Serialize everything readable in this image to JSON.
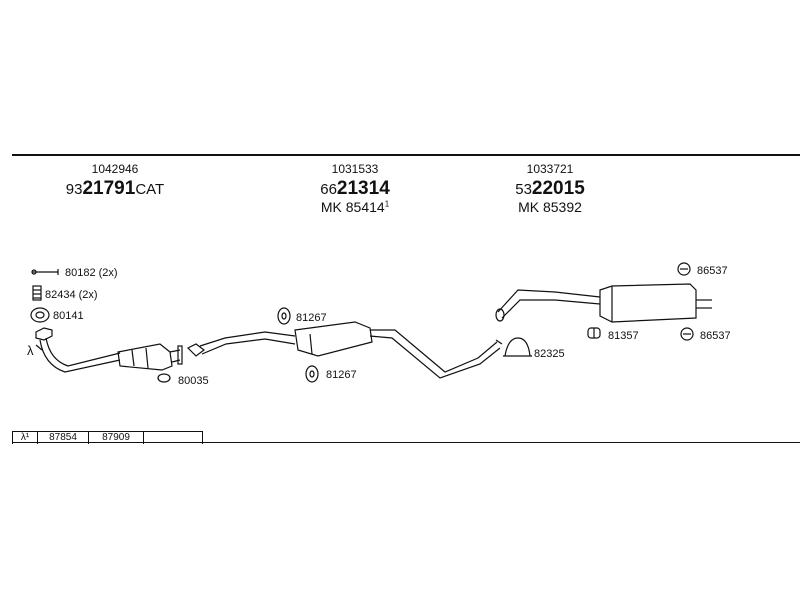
{
  "headers": [
    {
      "code": "1042946",
      "prefix": "93",
      "bold": "21791",
      "suffix": "CAT",
      "mk": "",
      "mk_sup": ""
    },
    {
      "code": "1031533",
      "prefix": "66",
      "bold": "21314",
      "suffix": "",
      "mk": "MK  85414",
      "mk_sup": "1"
    },
    {
      "code": "1033721",
      "prefix": "53",
      "bold": "22015",
      "suffix": "",
      "mk": "MK  85392",
      "mk_sup": ""
    }
  ],
  "labels": {
    "p80182": "80182 (2x)",
    "p82434": "82434 (2x)",
    "p80141": "80141",
    "p80035": "80035",
    "p81267a": "81267",
    "p81267b": "81267",
    "p82325": "82325",
    "p81357": "81357",
    "p86537a": "86537",
    "p86537b": "86537",
    "lambda": "λ"
  },
  "table": {
    "c0": "λ¹",
    "c1": "87854",
    "c2": "87909",
    "c3": ""
  }
}
